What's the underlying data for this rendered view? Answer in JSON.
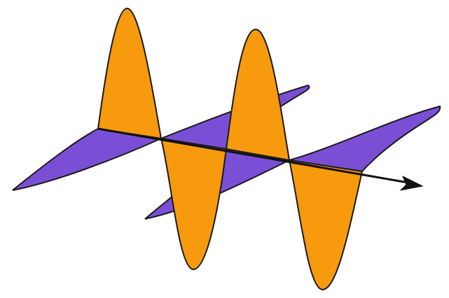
{
  "diagram": {
    "type": "electromagnetic-wave-illustration",
    "waves": [
      {
        "name": "vertical-wave",
        "orientation": "vertical",
        "color": "#F79A0D"
      },
      {
        "name": "horizontal-wave",
        "orientation": "horizontal",
        "color": "#7A4FD6"
      }
    ],
    "propagation_axis": {
      "has_arrowhead": true,
      "color": "#111111"
    },
    "outline_color": "#1a1a1a"
  }
}
